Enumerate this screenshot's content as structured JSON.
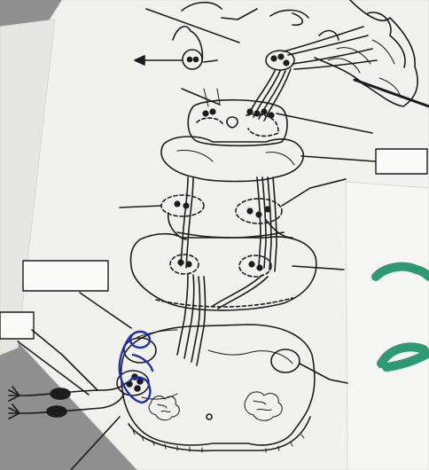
{
  "scene": {
    "kind": "photo-of-printed-worksheet",
    "colors": {
      "background": "#8f8f8f",
      "paper": "#f1f1ee",
      "paper_shadow": "#d9d9d4",
      "left_sheet": "#e6e6e2",
      "note_sheet": "#f6f6f2",
      "ink": "#1c1c1c",
      "pen_blue": "#1f2fb0",
      "marker_green": "#2e9a73"
    }
  },
  "worksheet": {
    "text": "",
    "label_boxes": [
      {
        "id": "box-right-upper"
      },
      {
        "id": "box-left-middle"
      },
      {
        "id": "box-left-lower"
      }
    ]
  },
  "handwriting": {
    "blue_pen_annotation": "",
    "green_marker_strokes": ""
  }
}
